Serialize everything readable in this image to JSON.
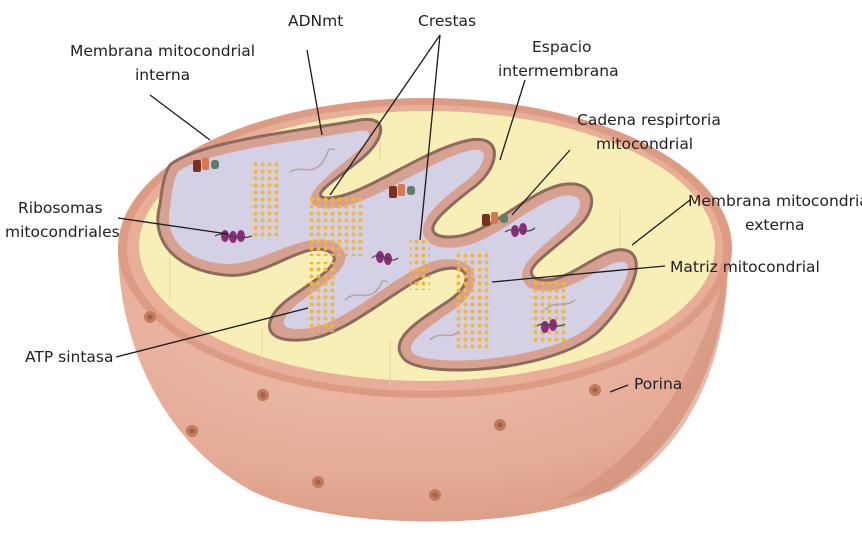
{
  "labels": {
    "inner_membrane": [
      "Membrana mitocondrial",
      "interna"
    ],
    "mtdna": "ADNmt",
    "cristae": "Crestas",
    "intermembrane_space": [
      "Espacio",
      "intermembrana"
    ],
    "respiratory_chain": [
      "Cadena respirtoria",
      "mitocondrial"
    ],
    "outer_membrane": [
      "Membrana mitocondrial",
      "externa"
    ],
    "ribosomes": [
      "Ribosomas",
      "mitocondriales"
    ],
    "matrix": "Matriz mitocondrial",
    "atp_synthase": "ATP sintasa",
    "porin": "Porina"
  },
  "colors": {
    "outer_body": "#e9b29e",
    "outer_shadow": "#c98b78",
    "outer_rim": "#d7917b",
    "intermembrane": "#f7efb6",
    "inner_membrane_outline": "#8c6a5e",
    "inner_membrane_fill": "#d6a190",
    "matrix": "#d4d1e6",
    "atp_dots": "#f3b638",
    "ribosome": "#8b2c7a",
    "porin": "#c27a5f"
  }
}
